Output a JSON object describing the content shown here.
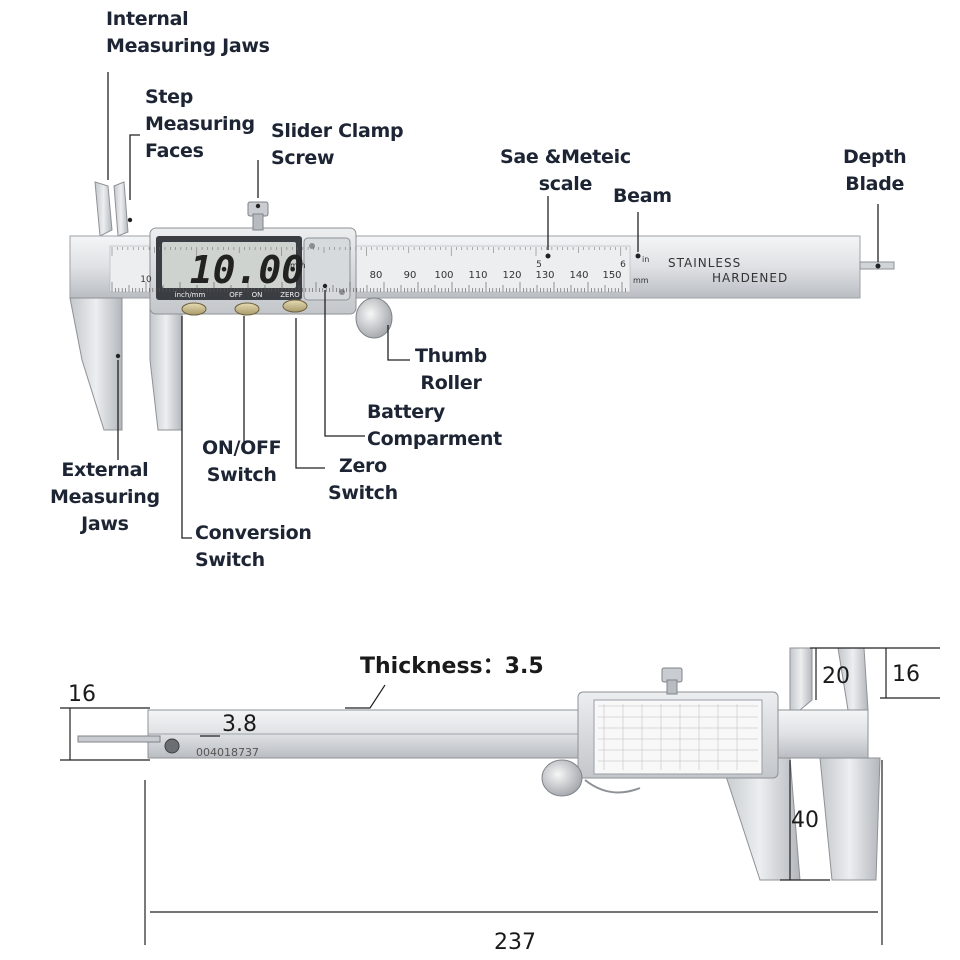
{
  "callouts": {
    "internal_jaws": "Internal\nMeasuring Jaws",
    "step_faces": "Step\nMeasuring\nFaces",
    "slider_screw": "Slider Clamp\nScrew",
    "sae_scale": "Sae &Meteic\nscale",
    "beam": "Beam",
    "depth_blade": "Depth\nBlade",
    "thumb_roller": "Thumb\nRoller",
    "battery": "Battery\nComparment",
    "zero_switch": "Zero\nSwitch",
    "onoff_switch": "ON/OFF\nSwitch",
    "external_jaws": "External\nMeasuring\nJaws",
    "conversion_switch": "Conversion\nSwitch"
  },
  "caliper_top": {
    "display_value": "10.00",
    "display_unit": "mm",
    "button_labels": [
      "inch/mm",
      "OFF",
      "ON",
      "ZERO"
    ],
    "mm_scale_labels": [
      "10",
      "80",
      "90",
      "100",
      "110",
      "120",
      "130",
      "140",
      "150"
    ],
    "inch_scale_labels": [
      "5",
      "6"
    ],
    "unit_in": "in",
    "unit_mm": "mm",
    "beam_text_line1": "STAINLESS",
    "beam_text_line2": "HARDENED"
  },
  "caliper_bottom": {
    "serial": "004018737"
  },
  "dimensions": {
    "thickness": "Thickness：3.5",
    "depth_height": "16",
    "depth_width": "3.8",
    "jaw_top_left": "20",
    "jaw_top_right": "16",
    "jaw_bottom": "40",
    "length": "237"
  },
  "colors": {
    "steel_light": "#e6e8ea",
    "steel_mid": "#c9ccd0",
    "steel_dark": "#9a9ea4",
    "lcd": "#cfd3cf",
    "lcd_text": "#222222",
    "label_text": "#1d2433",
    "button": "#c7b98a"
  }
}
